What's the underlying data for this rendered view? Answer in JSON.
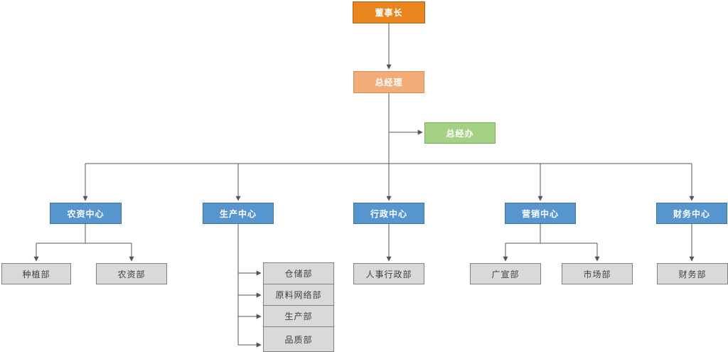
{
  "nodes": {
    "chairman": {
      "label": "董事长"
    },
    "general_manager": {
      "label": "总经理"
    },
    "gm_office": {
      "label": "总经办"
    },
    "agri_center": {
      "label": "农资中心"
    },
    "production_center": {
      "label": "生产中心"
    },
    "admin_center": {
      "label": "行政中心"
    },
    "marketing_center": {
      "label": "营销中心"
    },
    "finance_center": {
      "label": "财务中心"
    },
    "planting_dept": {
      "label": "种植部"
    },
    "agri_dept": {
      "label": "农资部"
    },
    "warehouse_dept": {
      "label": "仓储部"
    },
    "raw_material_network_dept": {
      "label": "原料网络部"
    },
    "production_dept": {
      "label": "生产部"
    },
    "quality_dept": {
      "label": "品质部"
    },
    "hr_admin_dept": {
      "label": "人事行政部"
    },
    "advertising_dept": {
      "label": "广宣部"
    },
    "market_dept": {
      "label": "市场部"
    },
    "finance_dept": {
      "label": "财务部"
    }
  },
  "edges": [
    {
      "from": "chairman",
      "to": "general_manager"
    },
    {
      "from": "general_manager",
      "to": "gm_office"
    },
    {
      "from": "general_manager",
      "to": "agri_center"
    },
    {
      "from": "general_manager",
      "to": "production_center"
    },
    {
      "from": "general_manager",
      "to": "admin_center"
    },
    {
      "from": "general_manager",
      "to": "marketing_center"
    },
    {
      "from": "general_manager",
      "to": "finance_center"
    },
    {
      "from": "agri_center",
      "to": "planting_dept"
    },
    {
      "from": "agri_center",
      "to": "agri_dept"
    },
    {
      "from": "production_center",
      "to": "warehouse_dept"
    },
    {
      "from": "production_center",
      "to": "raw_material_network_dept"
    },
    {
      "from": "production_center",
      "to": "production_dept"
    },
    {
      "from": "production_center",
      "to": "quality_dept"
    },
    {
      "from": "admin_center",
      "to": "hr_admin_dept"
    },
    {
      "from": "marketing_center",
      "to": "advertising_dept"
    },
    {
      "from": "marketing_center",
      "to": "market_dept"
    },
    {
      "from": "finance_center",
      "to": "finance_dept"
    }
  ],
  "colors": {
    "chairman_fill": "#E8851F",
    "chairman_border": "#B05F12",
    "gm_fill": "#F2AC77",
    "gm_border": "#D58C50",
    "gm_office_fill": "#A5D184",
    "gm_office_border": "#7DAF5B",
    "center_fill": "#5795CE",
    "center_border": "#41719C",
    "dept_fill": "#D9D9D9",
    "dept_border": "#808080",
    "dept_text": "#404040",
    "node_text": "#FFFFFF",
    "line": "#555555"
  }
}
